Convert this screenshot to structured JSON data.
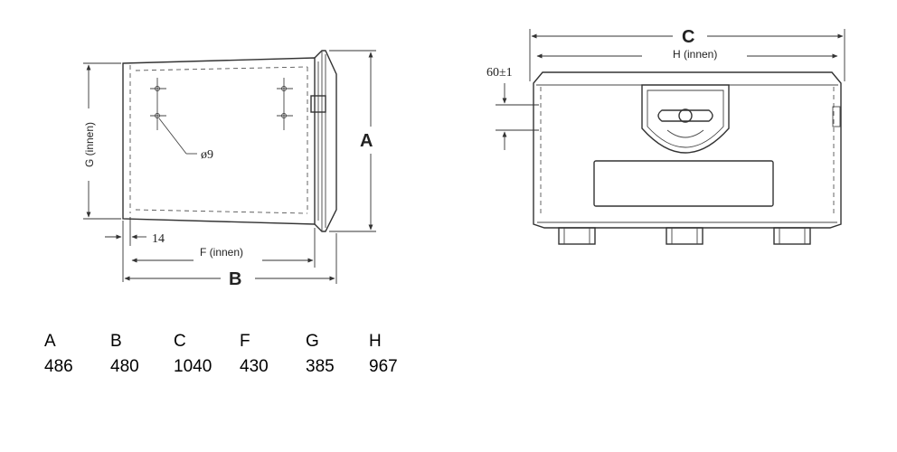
{
  "side_view": {
    "label_G": "G (innen)",
    "label_hole": "ø9",
    "label_14": "14",
    "label_F": "F (innen)",
    "label_B": "B",
    "label_A": "A"
  },
  "front_view": {
    "label_C": "C",
    "label_H": "H (innen)",
    "label_60": "60±1"
  },
  "dimensions_table": {
    "headers": [
      "A",
      "B",
      "C",
      "F",
      "G",
      "H"
    ],
    "values": [
      "486",
      "480",
      "1040",
      "430",
      "385",
      "967"
    ]
  }
}
